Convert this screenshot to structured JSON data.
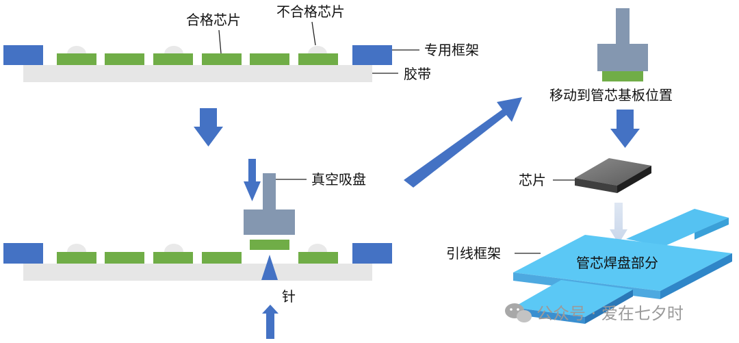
{
  "labels": {
    "good_chip": "合格芯片",
    "bad_chip": "不合格芯片",
    "special_frame": "专用框架",
    "tape": "胶带",
    "vacuum_cup": "真空吸盘",
    "needle": "针",
    "move_to_substrate": "移动到管芯基板位置",
    "chip": "芯片",
    "lead_frame": "引线框架",
    "die_pad": "管芯焊盘部分"
  },
  "watermark": {
    "text": "公众号 · 爱在七夕时",
    "icon": "wechat-icon"
  },
  "colors": {
    "frame_blue": "#4472c4",
    "chip_green": "#70ad47",
    "tape_gray": "#e6e6e6",
    "suction_gray": "#8497b0",
    "lead_frame_cyan": "#5bc8f5",
    "chip_block": "#595959"
  }
}
